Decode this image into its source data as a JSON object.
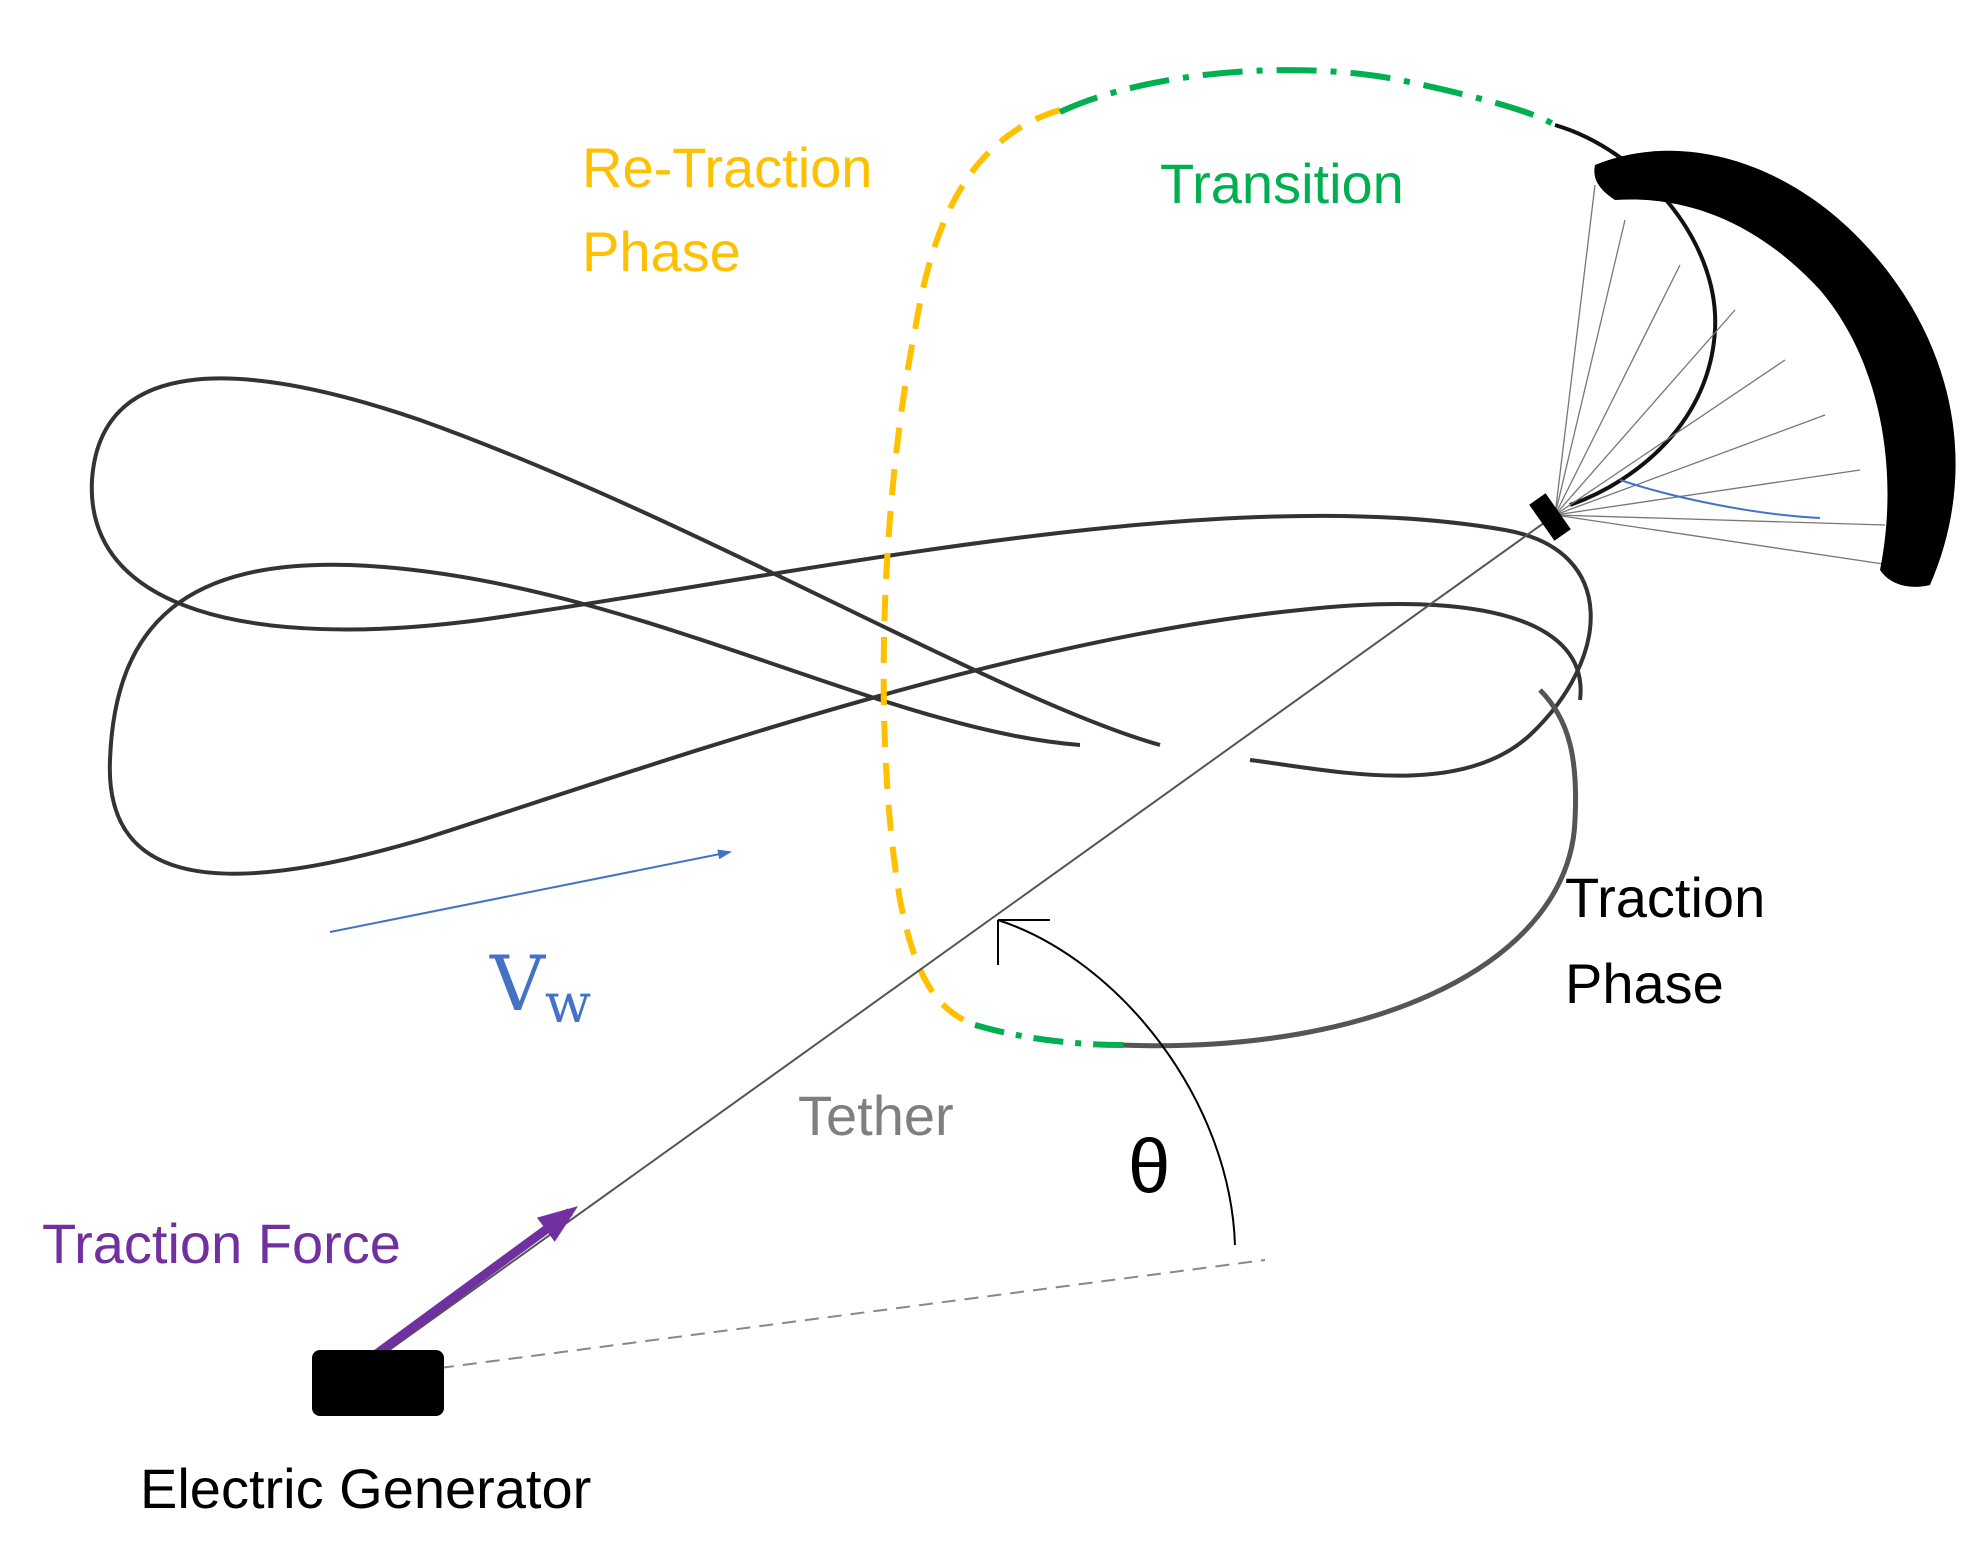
{
  "labels": {
    "retraction_line1": "Re-Traction",
    "retraction_line2": "Phase",
    "transition": "Transition",
    "traction_phase_line1": "Traction",
    "traction_phase_line2": "Phase",
    "wind_symbol": "V",
    "wind_subscript": "w",
    "tether": "Tether",
    "angle": "θ",
    "traction_force": "Traction Force",
    "generator": "Electric Generator"
  },
  "colors": {
    "retraction": "#FFC000",
    "transition": "#00B050",
    "wind": "#4472C4",
    "traction_force": "#7030A0",
    "tether_label": "#7F7F7F",
    "kite": "#000000",
    "path": "#333333"
  },
  "icons": {
    "kite": "kite-icon",
    "generator": "generator-block"
  }
}
